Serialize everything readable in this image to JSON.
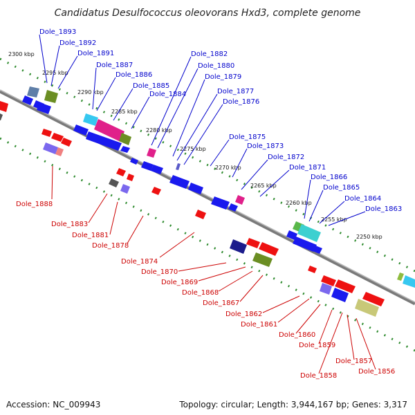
{
  "title": "Candidatus Desulfococcus oleovorans Hxd3, complete genome",
  "footer": {
    "accession": "Accession: NC_009943",
    "topology": "Topology: circular; Length: 3,944,167 bp; Genes: 3,317"
  },
  "colors": {
    "upper_label": "#0000cc",
    "lower_label": "#cc0000",
    "backbone": "#808080",
    "tick": "#2e8b2e"
  },
  "scale_labels": [
    "2300 kbp",
    "2295 kbp",
    "2290 kbp",
    "2285 kbp",
    "2280 kbp",
    "2275 kbp",
    "2270 kbp",
    "2265 kbp",
    "2260 kbp",
    "2255 kbp",
    "2250 kbp"
  ],
  "upper_genes": [
    "Dole_1893",
    "Dole_1892",
    "Dole_1891",
    "Dole_1887",
    "Dole_1886",
    "Dole_1885",
    "Dole_1884",
    "Dole_1882",
    "Dole_1880",
    "Dole_1879",
    "Dole_1877",
    "Dole_1876",
    "Dole_1875",
    "Dole_1873",
    "Dole_1872",
    "Dole_1871",
    "Dole_1866",
    "Dole_1865",
    "Dole_1864",
    "Dole_1863"
  ],
  "lower_genes": [
    "Dole_1888",
    "Dole_1883",
    "Dole_1881",
    "Dole_1878",
    "Dole_1874",
    "Dole_1870",
    "Dole_1869",
    "Dole_1868",
    "Dole_1867",
    "Dole_1862",
    "Dole_1861",
    "Dole_1860",
    "Dole_1859",
    "Dole_1858",
    "Dole_1857",
    "Dole_1856"
  ]
}
